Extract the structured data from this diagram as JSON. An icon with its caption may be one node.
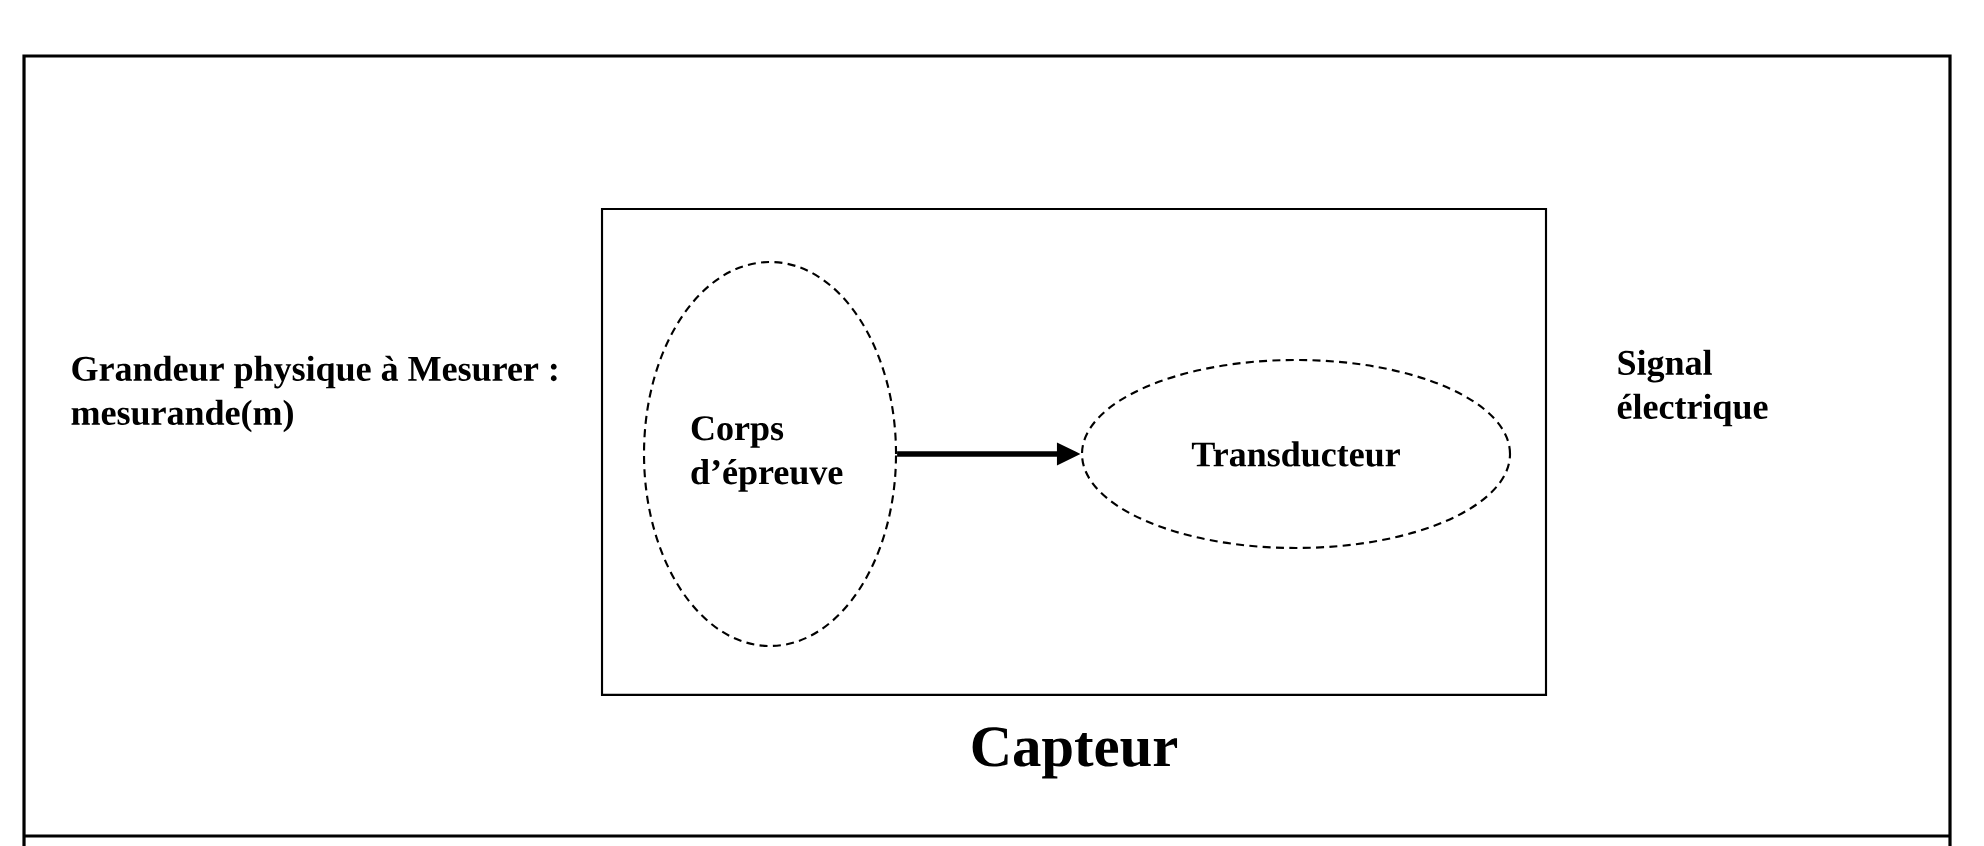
{
  "diagram": {
    "nodes": [
      {
        "text": [
          "Capteur"
        ]
      },
      {
        "text": [
          "Corps d’épreuve"
        ],
        "in": 0
      },
      {
        "text": [
          "Transducteur"
        ],
        "in": 0
      }
    ],
    "edges": [
      {
        "from": 1,
        "to": 2,
        "arrow": "to"
      }
    ],
    "labels": [
      "Grandeur physique à Mesurer : mesurande(m)",
      "Signal électrique"
    ]
  }
}
